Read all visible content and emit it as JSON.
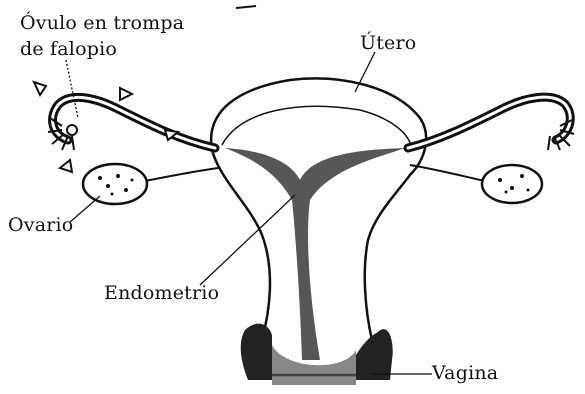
{
  "labels": {
    "ovulo_line1": "Óvulo en trompa",
    "ovulo_line2": "de falopio",
    "utero": "Útero",
    "ovario": "Ovario",
    "endometrio": "Endometrio",
    "vagina": "Vagina"
  },
  "colors": {
    "ink": "#111111",
    "paper": "#ffffff",
    "shade": "#3a3a3a"
  }
}
